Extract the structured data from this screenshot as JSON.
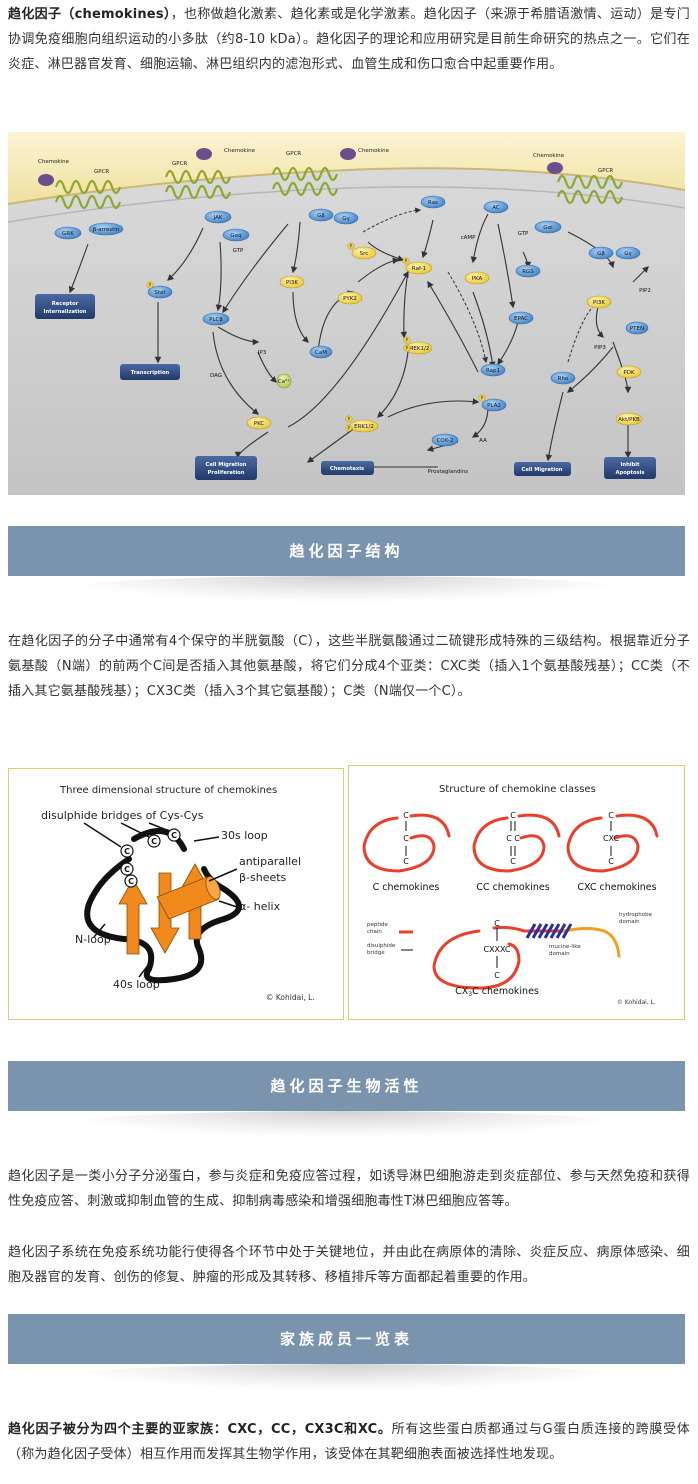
{
  "intro": {
    "term": "趋化因子（chemokines）",
    "text": "，也称做趋化激素、趋化素或是化学激素。趋化因子（来源于希腊语激情、运动）是专门协调免疫细胞向组织运动的小多肽（约8-10 kDa）。趋化因子的理论和应用研究是目前生命研究的热点之一。它们在炎症、淋巴器官发育、细胞运输、淋巴组织内的滤泡形式、血管生成和伤口愈合中起重要作用。"
  },
  "pathway": {
    "labels": {
      "chemokine": "Chemokine",
      "gpcr": "GPCR",
      "grk": "GRK",
      "arrestin": "β-arrestin",
      "jak": "JAK",
      "gaq": "Gαq",
      "gtp": "GTP",
      "gb": "Gβ",
      "gy": "Gγ",
      "ras": "Ras",
      "ac": "AC",
      "camp": "cAMP",
      "gai": "Gαi",
      "stat": "Stat",
      "plcb": "PLCβ",
      "pi3k": "PI3K",
      "src": "Src",
      "raf1": "Raf-1",
      "pka": "PKA",
      "rgs": "RGS",
      "pyk2": "PYK2",
      "ip3": "IP3",
      "cam": "CaM",
      "ca": "Ca²⁺",
      "dag": "DAG",
      "mek": "MEK1/2",
      "epac": "EPAC",
      "rap1": "Rap1",
      "pla2": "PLA2",
      "aa": "AA",
      "cox2": "COX-2",
      "pkc": "PKC",
      "erk": "ERK1/2",
      "pip2": "PIP2",
      "pip3": "PIP3",
      "pten": "PTEN",
      "pdk": "PDK",
      "aktpkb": "Akt/PKB",
      "rho": "Rho",
      "prostaglandins": "Prostaglandins",
      "receptor_internalization": [
        "Receptor",
        "Internalization"
      ],
      "transcription": "Transcription",
      "cell_migration_prolif": [
        "Cell Migration",
        "Proliferation"
      ],
      "chemotaxis": "Chemotaxis",
      "cell_migration": "Cell Migration",
      "inhibit_apoptosis": [
        "Inhibit",
        "Apoptosis"
      ],
      "p": "P"
    }
  },
  "sections": [
    {
      "title": "趋化因子结构"
    },
    {
      "title": "趋化因子生物活性"
    },
    {
      "title": "家族成员一览表"
    }
  ],
  "structure_text": "在趋化因子的分子中通常有4个保守的半胱氨酸（C），这些半胱氨酸通过二硫键形成特殊的三级结构。根据靠近分子氨基酸（N端）的前两个C间是否插入其他氨基酸，将它们分成4个亚类：CXC类（插入1个氨基酸残基）；CC类（不插入其它氨基酸残基）；CX3C类（插入3个其它氨基酸）；C类（N端仅一个C）。",
  "fig3d": {
    "title": "Three dimensional structure of chemokines",
    "disulphide": "disulphide bridges of Cys-Cys",
    "loop30s": "30s loop",
    "antiparallel": "antiparallel",
    "bsheets": "β-sheets",
    "ahelix": "α- helix",
    "nloop": "N-loop",
    "loop40s": "40s loop",
    "credit": "© Kohidai, L.",
    "c": "C"
  },
  "figclasses": {
    "title": "Structure of chemokine classes",
    "c_chemokines": "C chemokines",
    "cc_chemokines": "CC chemokines",
    "cxc_chemokines": "CXC chemokines",
    "cx3c_chemokines": "CX3C chemokines",
    "cx3c_prefix": "CX",
    "cx3c_sub": "3",
    "cx3c_suffix": "C chemokines",
    "cxxxc": "CXXXC",
    "cxc": "CXC",
    "c": "C",
    "peptide_chain": [
      "peptide",
      "chain"
    ],
    "disulphide_bridge": [
      "disulphide",
      "bridge"
    ],
    "mucine": [
      "mucine-like",
      "domain"
    ],
    "hydrophobe": [
      "hydrophobe",
      "domain"
    ],
    "credit": "© Kohidai, L."
  },
  "activity_text_1": "趋化因子是一类小分子分泌蛋白，参与炎症和免疫应答过程，如诱导淋巴细胞游走到炎症部位、参与天然免疫和获得性免疫应答、刺激或抑制血管的生成、抑制病毒感染和增强细胞毒性T淋巴细胞应答等。",
  "activity_text_2": "趋化因子系统在免疫系统功能行使得各个环节中处于关键地位，并由此在病原体的清除、炎症反应、病原体感染、细胞及器官的发育、创伤的修复、肿瘤的形成及其转移、移植排斥等方面都起着重要的作用。",
  "family": {
    "lead": "趋化因子被分为四个主要的亚家族：CXC，CC，CX3C和XC。",
    "text": "所有这些蛋白质都通过与G蛋白质连接的跨膜受体（称为趋化因子受体）相互作用而发挥其生物学作用，该受体在其靶细胞表面被选择性地发现。"
  },
  "colors": {
    "banner": "#7b94ae",
    "membrane": "#f3e6a6",
    "node_blue": "#4f8fd0",
    "node_yellow": "#f2d24a",
    "outcome_box": "#2d4a80",
    "chemokine": "#6b4f8a",
    "orange": "#f08a1c",
    "red": "#e8402a"
  }
}
